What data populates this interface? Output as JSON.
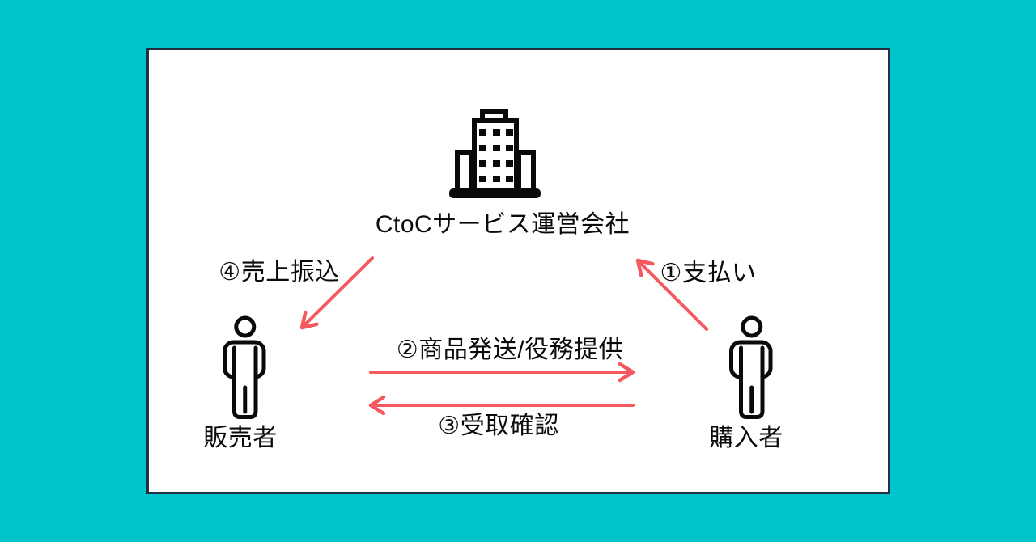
{
  "scene": {
    "background_color": "#00c4cc",
    "panel": {
      "bg": "#ffffff",
      "border_color": "#223040"
    }
  },
  "diagram": {
    "arrow_color": "#f3595f",
    "icon_color": "#0a0a0a",
    "company": {
      "icon": "building-icon",
      "label": "CtoCサービス運営会社"
    },
    "seller": {
      "icon": "person-icon",
      "label": "販売者"
    },
    "buyer": {
      "icon": "person-icon",
      "label": "購入者"
    },
    "flows": [
      {
        "label": "①支払い",
        "from": "buyer",
        "to": "company"
      },
      {
        "label": "②商品発送/役務提供",
        "from": "seller",
        "to": "buyer"
      },
      {
        "label": "③受取確認",
        "from": "buyer",
        "to": "seller"
      },
      {
        "label": "④売上振込",
        "from": "company",
        "to": "seller"
      }
    ]
  }
}
